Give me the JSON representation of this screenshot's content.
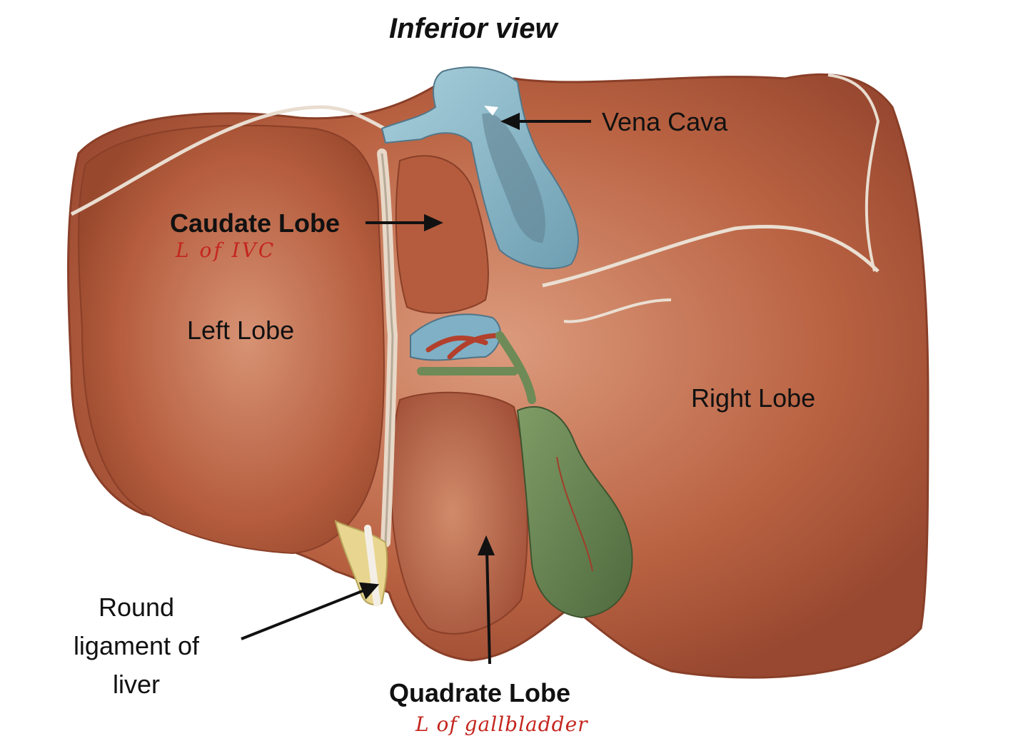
{
  "title": "Inferior view",
  "labels": {
    "vena_cava": "Vena Cava",
    "caudate_lobe": "Caudate Lobe",
    "caudate_note": "L of IVC",
    "left_lobe": "Left Lobe",
    "right_lobe": "Right Lobe",
    "round_ligament": "Round ligament of liver",
    "quadrate_lobe": "Quadrate Lobe",
    "quadrate_note": "L of gallbladder"
  },
  "colors": {
    "liver": "#b35a3c",
    "liver_dark": "#9a4a2f",
    "liver_light": "#d08a6a",
    "vessel_blue": "#8fb9c9",
    "gallbladder": "#6e8a57",
    "ligament": "#e8dba0",
    "annotation_red": "#c4261e"
  }
}
